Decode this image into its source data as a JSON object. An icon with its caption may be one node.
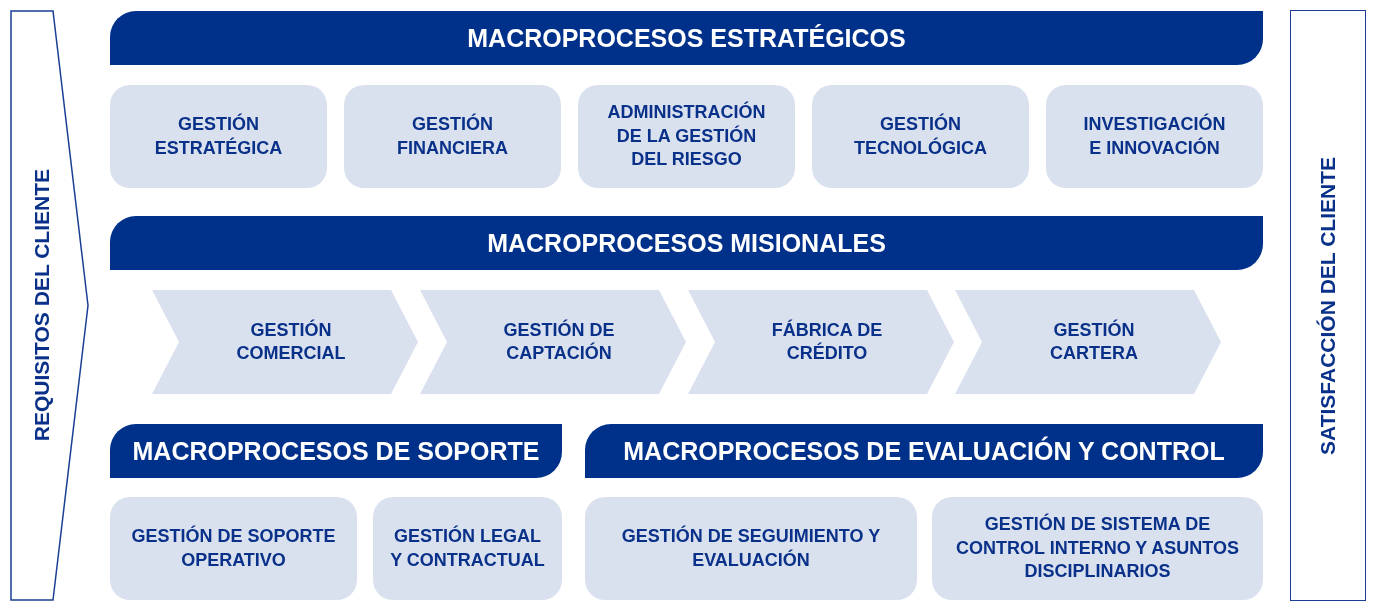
{
  "diagram": {
    "nodes": [
      {
        "text": [
          "REQUISITOS DEL CLIENTE"
        ]
      },
      {
        "text": [
          "MACROPROCESOS ESTRATÉGICOS"
        ]
      },
      {
        "text": [
          "GESTIÓN ESTRATÉGICA"
        ]
      },
      {
        "text": [
          "GESTIÓN FINANCIERA"
        ]
      },
      {
        "text": [
          "ADMINISTRACIÓN DE LA GESTIÓN DEL RIESGO"
        ]
      },
      {
        "text": [
          "GESTIÓN TECNOLÓGICA"
        ]
      },
      {
        "text": [
          "INVESTIGACIÓN E INNOVACIÓN"
        ]
      },
      {
        "text": [
          "MACROPROCESOS MISIONALES"
        ]
      },
      {
        "text": [
          "GESTIÓN COMERCIAL"
        ]
      },
      {
        "text": [
          "GESTIÓN DE CAPTACIÓN"
        ]
      },
      {
        "text": [
          "FÁBRICA DE CRÉDITO"
        ]
      },
      {
        "text": [
          "GESTIÓN CARTERA"
        ]
      },
      {
        "text": [
          "MACROPROCESOS DE SOPORTE"
        ]
      },
      {
        "text": [
          "GESTIÓN DE SOPORTE OPERATIVO"
        ]
      },
      {
        "text": [
          "GESTIÓN LEGAL Y CONTRACTUAL"
        ]
      },
      {
        "text": [
          "MACROPROCESOS DE EVALUACIÓN Y CONTROL"
        ]
      },
      {
        "text": [
          "GESTIÓN DE SEGUIMIENTO Y EVALUACIÓN"
        ]
      },
      {
        "text": [
          "GESTIÓN DE SISTEMA DE CONTROL INTERNO Y ASUNTOS DISCIPLINARIOS"
        ]
      },
      {
        "text": [
          "SATISFACCIÓN DEL CLIENTE"
        ]
      }
    ]
  }
}
